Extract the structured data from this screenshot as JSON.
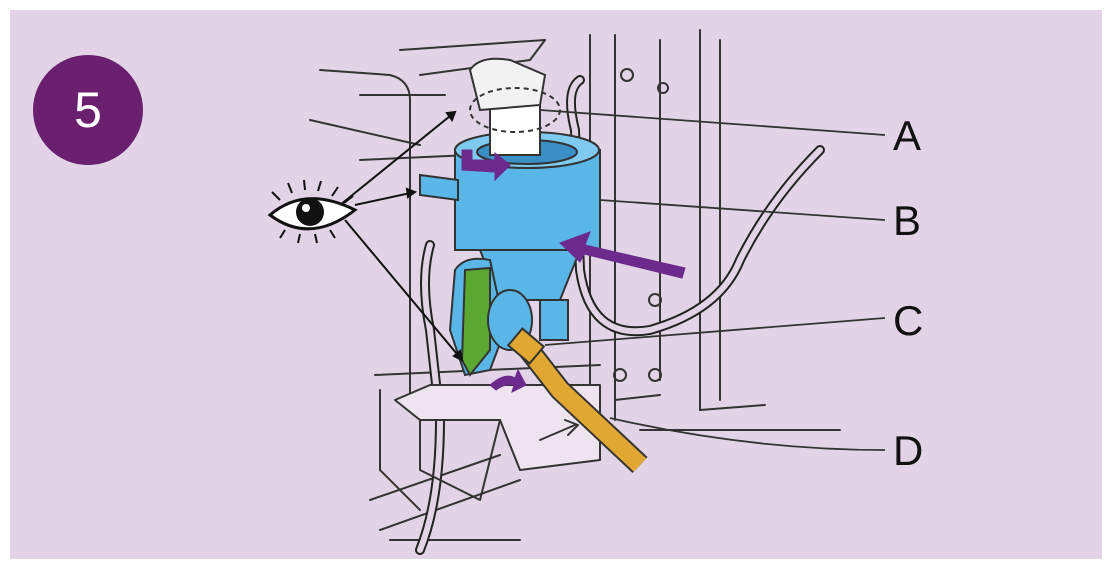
{
  "step": {
    "number": "5"
  },
  "callouts": {
    "a": "A",
    "b": "B",
    "c": "C",
    "d": "D"
  },
  "colors": {
    "background": "#e2d4e6",
    "badge": "#6a1f6f",
    "filter_blue": "#5bb6e8",
    "green_lever": "#5aa832",
    "arrow_purple": "#6b2a8c",
    "tube_orange": "#e0a832",
    "line": "#333333"
  },
  "icons": [
    "eye-icon",
    "arrow-icon"
  ]
}
